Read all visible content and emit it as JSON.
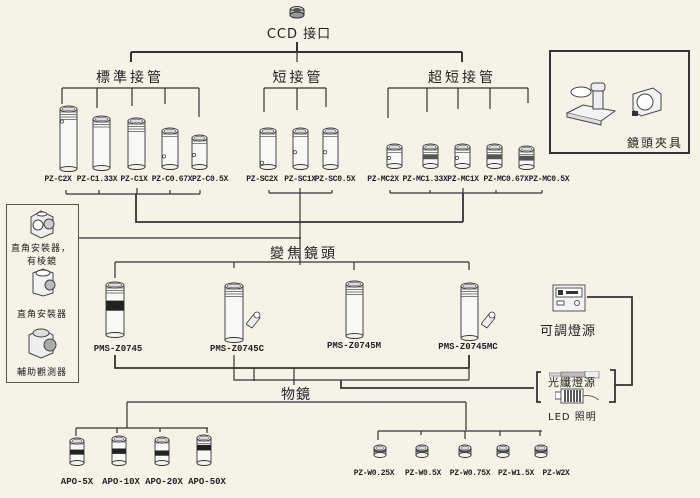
{
  "root": {
    "label": "CCD 接口"
  },
  "adapters": {
    "standard": {
      "label": "標準接管",
      "items": [
        "PZ-C2X",
        "PZ-C1.33X",
        "PZ-C1X",
        "PZ-C0.67X",
        "PZ-C0.5X"
      ]
    },
    "short": {
      "label": "短接管",
      "items": [
        "PZ-SC2X",
        "PZ-SC1X",
        "PZ-SC0.5X"
      ]
    },
    "ultra_short": {
      "label": "超短接管",
      "items": [
        "PZ-MC2X",
        "PZ-MC1.33X",
        "PZ-MC1X",
        "PZ-MC0.67X",
        "PZ-MC0.5X"
      ]
    }
  },
  "holder": {
    "label": "鏡頭夾具"
  },
  "accessories": {
    "items": [
      {
        "label_line1": "直角安裝器，",
        "label_line2": "有棱鏡"
      },
      {
        "label_line1": "直角安裝器",
        "label_line2": ""
      },
      {
        "label_line1": "輔助觀測器",
        "label_line2": ""
      }
    ]
  },
  "zoom_lens": {
    "label": "變焦鏡頭",
    "items": [
      "PMS-Z0745",
      "PMS-Z0745C",
      "PMS-Z0745M",
      "PMS-Z0745MC"
    ]
  },
  "lighting": {
    "adjustable": "可調燈源",
    "fiber": "光纖燈源",
    "led": "LED 照明"
  },
  "objectives": {
    "label": "物鏡",
    "apo": [
      "APO-5X",
      "APO-10X",
      "APO-20X",
      "APO-50X"
    ],
    "pzw": [
      "PZ-W0.25X",
      "PZ-W0.5X",
      "PZ-W0.75X",
      "PZ-W1.5X",
      "PZ-W2X"
    ]
  }
}
